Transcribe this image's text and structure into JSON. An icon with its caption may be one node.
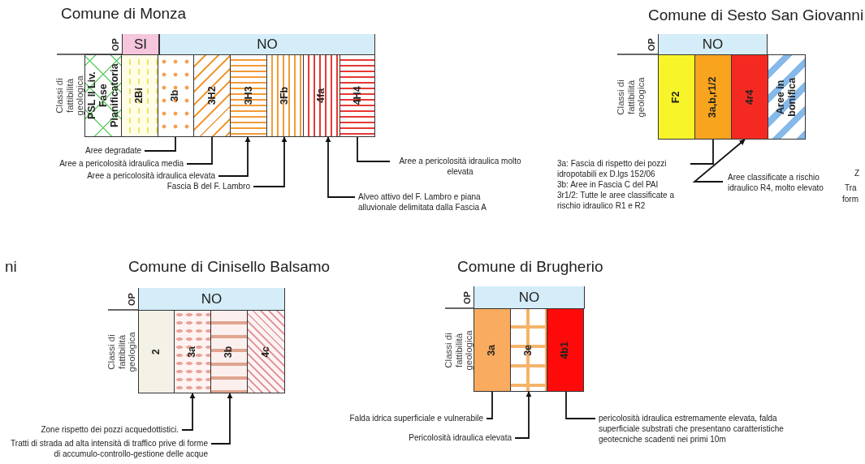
{
  "diagram": {
    "nodes": [
      {
        "text": [
          "SI"
        ]
      },
      {
        "text": [
          "NO"
        ]
      },
      {
        "text": [
          "PSL II Liv. Fase Pianificatoria"
        ]
      },
      {
        "text": [
          "2Bi"
        ]
      },
      {
        "text": [
          "3b"
        ]
      },
      {
        "text": [
          "3H2"
        ]
      },
      {
        "text": [
          "3H3"
        ]
      },
      {
        "text": [
          "3Fb"
        ]
      },
      {
        "text": [
          "4fa"
        ]
      },
      {
        "text": [
          "4H4"
        ]
      },
      {
        "text": [
          "Aree degradate"
        ]
      },
      {
        "text": [
          "Aree a pericolosità idraulica media"
        ]
      },
      {
        "text": [
          "Aree a pericolosità idraulica elevata"
        ]
      },
      {
        "text": [
          "Fascia B del F. Lambro"
        ]
      },
      {
        "text": [
          "Alveo attivo del F. Lambro e piana alluvionale delimitata dalla Fascia A"
        ]
      },
      {
        "text": [
          "Aree a pericolosità idraulica molto elevata"
        ]
      },
      {
        "text": [
          "NO"
        ]
      },
      {
        "text": [
          "F2"
        ]
      },
      {
        "text": [
          "3a,b,r1/2"
        ]
      },
      {
        "text": [
          "4r4"
        ]
      },
      {
        "text": [
          "Aree in bonifica"
        ]
      },
      {
        "text": [
          "3a: Fascia di rispetto dei pozzi idropotabili ex D.lgs 152/06",
          "3b: Aree in Fascia C del PAI",
          "3r1/2: Tutte le aree classificate a rischio idraulico R1 e R2"
        ]
      },
      {
        "text": [
          "Aree classificate a rischio idraulico R4, molto elevato"
        ]
      },
      {
        "text": [
          "NO"
        ]
      },
      {
        "text": [
          "2"
        ]
      },
      {
        "text": [
          "3a"
        ]
      },
      {
        "text": [
          "3b"
        ]
      },
      {
        "text": [
          "4c"
        ]
      },
      {
        "text": [
          "Zone rispetto dei pozzi acquedottistici."
        ]
      },
      {
        "text": [
          "Tratti di strada ad alta intensità di traffico prive di forme di accumulo-controllo-gestione delle acque"
        ]
      },
      {
        "text": [
          "NO"
        ]
      },
      {
        "text": [
          "3a"
        ]
      },
      {
        "text": [
          "3e"
        ]
      },
      {
        "text": [
          "4b1"
        ]
      },
      {
        "text": [
          "Falda idrica superficiale e vulnerabile"
        ]
      },
      {
        "text": [
          "Pericolosità idraulica elevata"
        ]
      },
      {
        "text": [
          "pericolosità idraulica estremamente elevata, falda superficiale substrati che presentano caratteristiche geotecniche scadenti nei primi 10m"
        ]
      }
    ],
    "edges": [
      {
        "from": 10,
        "to": 4,
        "arrow": "none"
      },
      {
        "from": 11,
        "to": 5,
        "arrow": "none"
      },
      {
        "from": 12,
        "to": 6,
        "arrow": "to"
      },
      {
        "from": 13,
        "to": 7,
        "arrow": "to"
      },
      {
        "from": 14,
        "to": 8,
        "arrow": "to"
      },
      {
        "from": 15,
        "to": 9,
        "arrow": "none"
      },
      {
        "from": 21,
        "to": 18,
        "arrow": "none"
      },
      {
        "from": 22,
        "to": 19,
        "arrow": "to"
      },
      {
        "from": 28,
        "to": 25,
        "arrow": "to"
      },
      {
        "from": 29,
        "to": 26,
        "arrow": "to"
      },
      {
        "from": 34,
        "to": 31,
        "arrow": "none"
      },
      {
        "from": 35,
        "to": 32,
        "arrow": "to"
      },
      {
        "from": 36,
        "to": 33,
        "arrow": "none"
      }
    ],
    "labels": [
      "Comune di Monza",
      "OP",
      "Classi di fattibilità geologica",
      "Comune di Sesto San Giovanni",
      "OP",
      "Classi di fattibilità geologica",
      "Z",
      "Tra",
      "form",
      "ni",
      "Comune di Cinisello Balsamo",
      "OP",
      "Classi di fattibilità geologica",
      "Comune di Brugherio",
      "OP",
      "Classi di fattibilità geologica"
    ]
  }
}
